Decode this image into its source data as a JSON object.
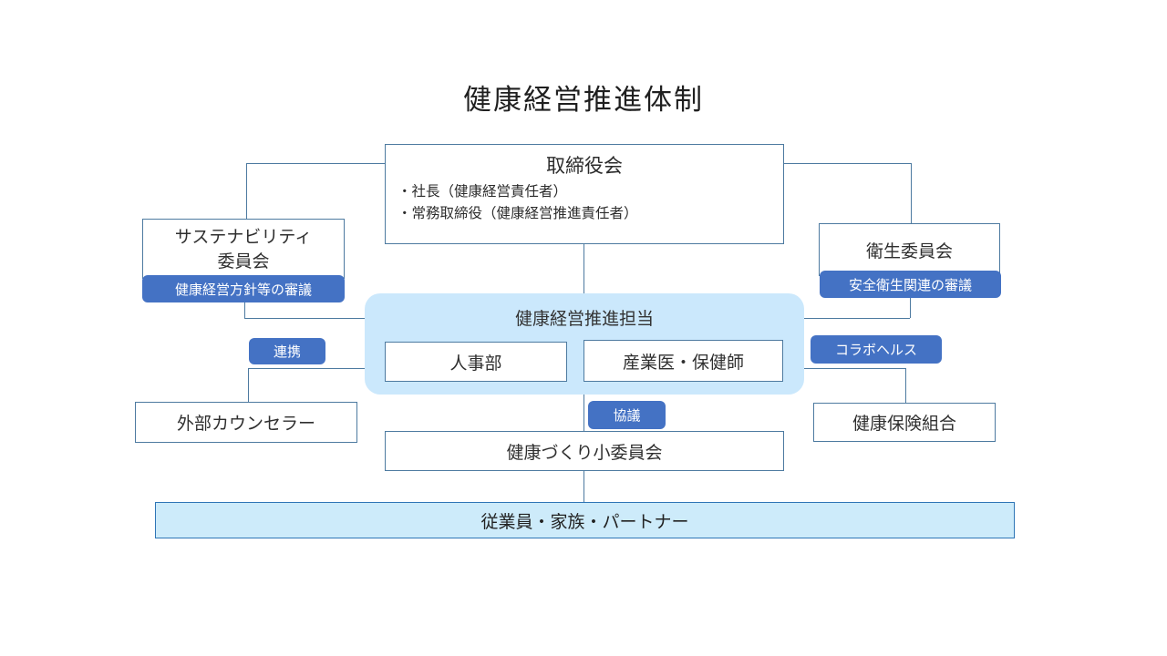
{
  "title": "健康経営推進体制",
  "colors": {
    "accent_blue": "#4472C4",
    "panel_lightblue": "#CBE8FC",
    "band_fill": "#CDEBFA",
    "band_border": "#2E75B6",
    "connector_line": "#4D7AA0"
  },
  "board": {
    "title": "取締役会",
    "bullets": [
      "・社長（健康経営責任者）",
      "・常務取締役（健康経営推進責任者）"
    ]
  },
  "sustainability": {
    "name_line1": "サステナビリティ",
    "name_line2": "委員会",
    "badge": "健康経営方針等の審議"
  },
  "hygiene": {
    "name": "衛生委員会",
    "badge": "安全衛生関連の審議"
  },
  "promotion": {
    "title": "健康経営推進担当",
    "members": [
      "人事部",
      "産業医・保健師"
    ]
  },
  "connector_labels": {
    "renkei": "連携",
    "collabo_health": "コラボヘルス",
    "kyogi": "協議"
  },
  "external_counselor": {
    "name": "外部カウンセラー"
  },
  "health_insurance": {
    "name": "健康保険組合"
  },
  "subcommittee": {
    "name": "健康づくり小委員会"
  },
  "employees_band": {
    "name": "従業員・家族・パートナー"
  }
}
